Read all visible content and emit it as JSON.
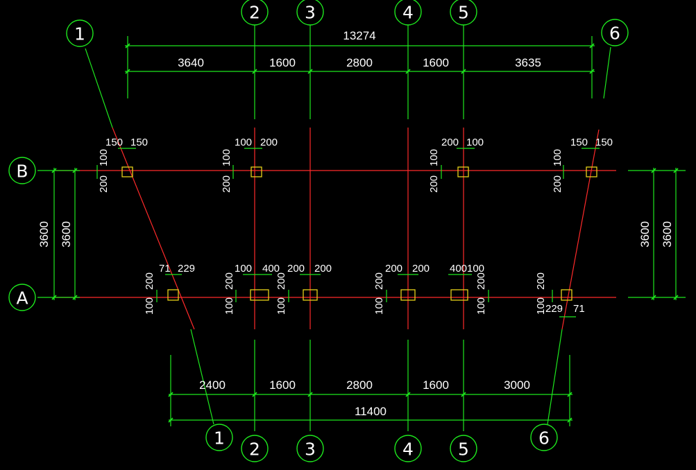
{
  "axes": {
    "top": [
      "1",
      "2",
      "3",
      "4",
      "5",
      "6"
    ],
    "bottom": [
      "1",
      "2",
      "3",
      "4",
      "5",
      "6"
    ],
    "rows": [
      "B",
      "A"
    ]
  },
  "dimensions": {
    "top_total": "13274",
    "top_segments": [
      "3640",
      "1600",
      "2800",
      "1600",
      "3635"
    ],
    "bottom_total": "11400",
    "bottom_segments": [
      "2400",
      "1600",
      "2800",
      "1600",
      "3000"
    ],
    "left_outer": "3600",
    "left_inner": "3600",
    "right_outer": "3600",
    "right_inner": "3600"
  },
  "column_offsets": {
    "b1_x": [
      "150",
      "150"
    ],
    "b1_y": [
      "100",
      "200"
    ],
    "b2_x": [
      "100",
      "200"
    ],
    "b2_y": [
      "100",
      "200"
    ],
    "b5_x": [
      "200",
      "100"
    ],
    "b5_y": [
      "100",
      "200"
    ],
    "b6_x": [
      "150",
      "150"
    ],
    "b6_y": [
      "100",
      "200"
    ],
    "a1_x": [
      "71",
      "229"
    ],
    "a1_y": [
      "200",
      "100"
    ],
    "a2_x": [
      "100",
      "400"
    ],
    "a2_y": [
      "200",
      "100"
    ],
    "a3_x": [
      "200",
      "200"
    ],
    "a3_y": [
      "200",
      "100"
    ],
    "a4_x": [
      "200",
      "200"
    ],
    "a4_y": [
      "200",
      "100"
    ],
    "a5_x": [
      "400",
      "100"
    ],
    "a5_y": [
      "200",
      "100"
    ],
    "a6_x": [
      "229",
      "71"
    ],
    "a6_y": [
      "200",
      "100"
    ]
  },
  "colors": {
    "grid_line": "#ff2a2a",
    "annotation": "#1ee81e",
    "column": "#e6d21a",
    "background": "#000000"
  }
}
